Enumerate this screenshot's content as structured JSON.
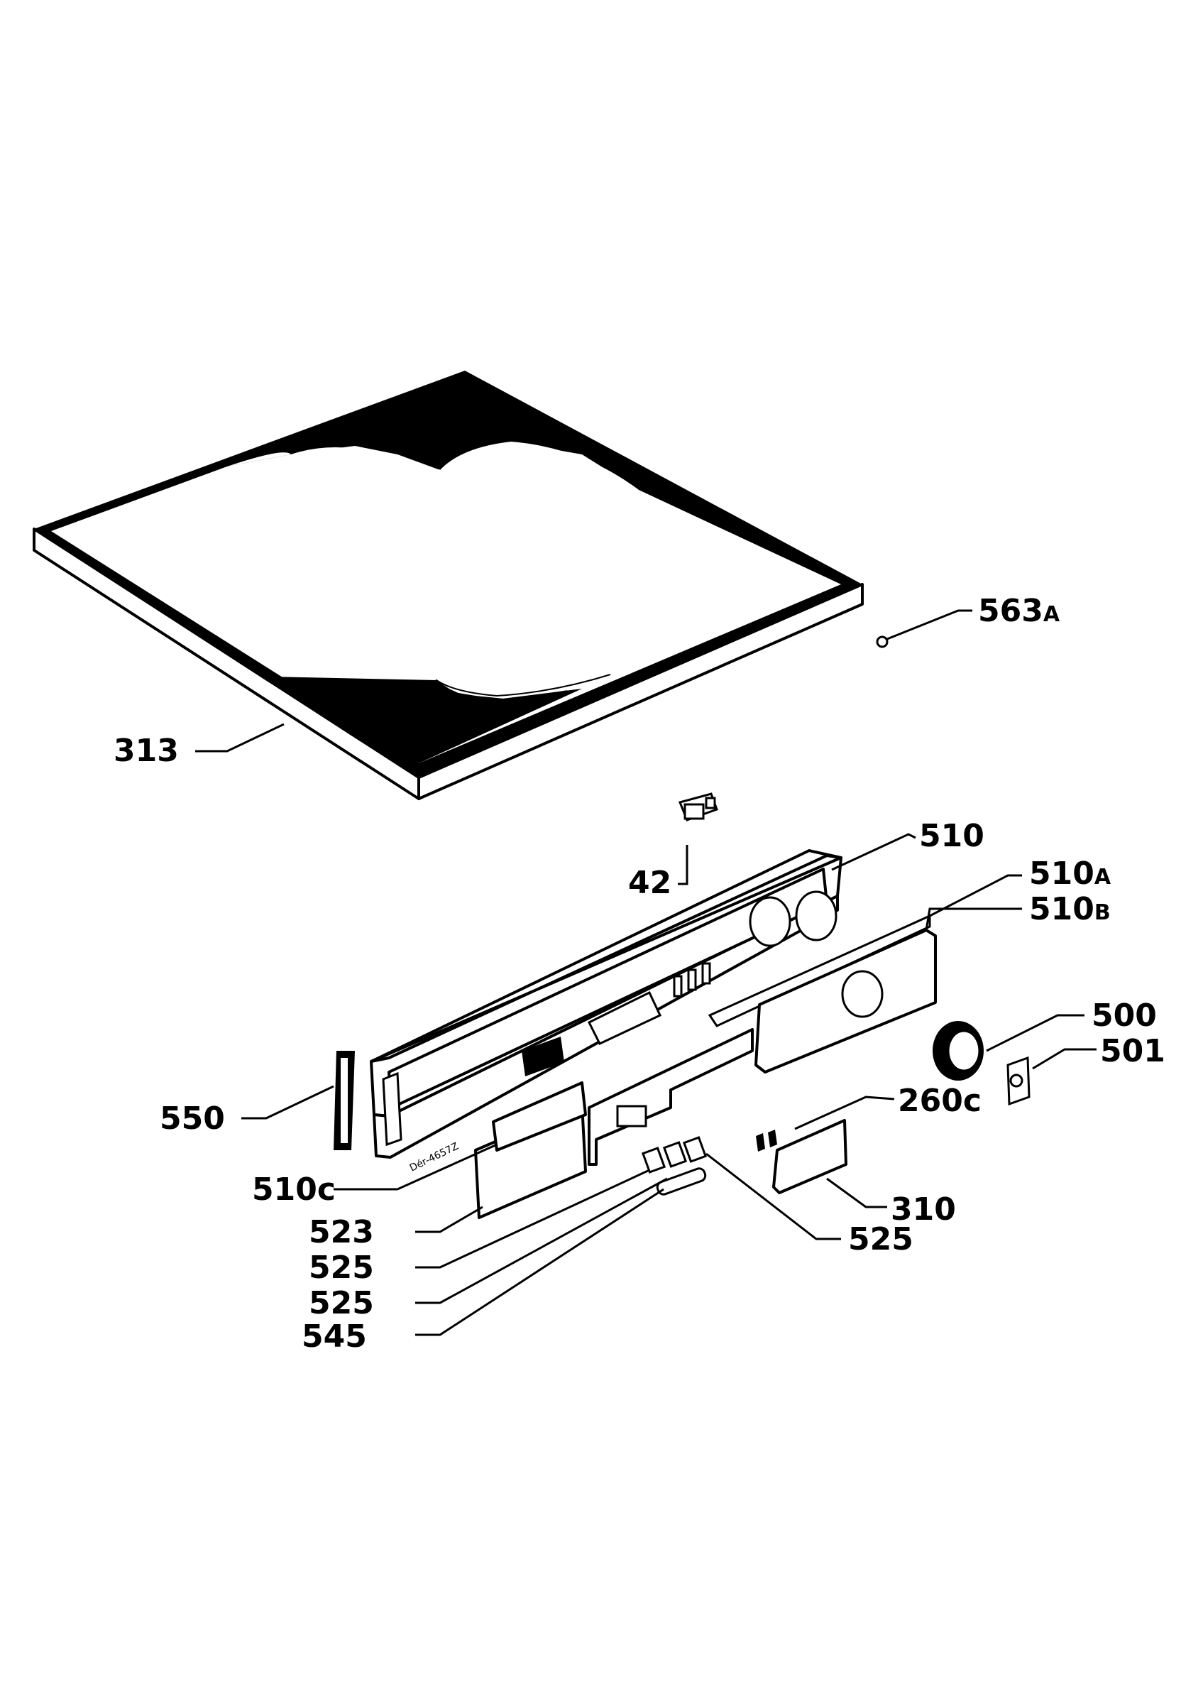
{
  "callouts": {
    "c313": "313",
    "c563a": "563",
    "c563a_sub": "A",
    "c42": "42",
    "c510": "510",
    "c510a": "510",
    "c510a_sub": "A",
    "c510b": "510",
    "c510b_sub": "B",
    "c500": "500",
    "c501": "501",
    "c550": "550",
    "c260c": "260c",
    "c510c": "510c",
    "c523": "523",
    "c525a": "525",
    "c525b": "525",
    "c525c": "525",
    "c545": "545",
    "c310": "310"
  },
  "panel_stamp": "Dér-4657Z",
  "colors": {
    "ink": "#000000",
    "paper": "#ffffff"
  }
}
